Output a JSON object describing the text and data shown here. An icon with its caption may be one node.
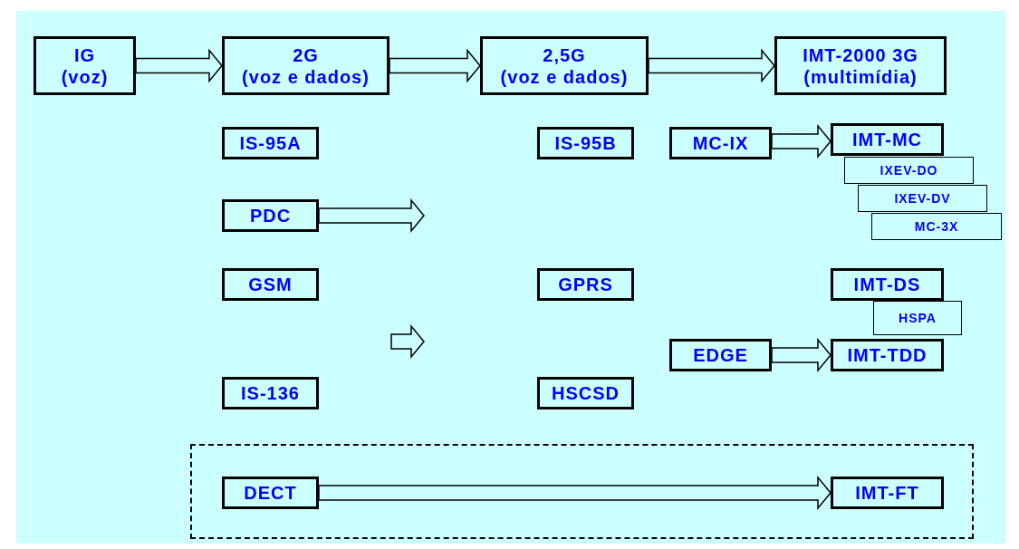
{
  "diagram": {
    "nodes": [
      {
        "text": [
          "IG",
          "(voz)"
        ]
      },
      {
        "text": [
          "2G",
          "(voz e dados)"
        ]
      },
      {
        "text": [
          "2,5G",
          "(voz e dados)"
        ]
      },
      {
        "text": [
          "IMT-2000 3G",
          "(multimídia)"
        ]
      },
      {
        "text": [
          "IS-95A"
        ]
      },
      {
        "text": [
          "IS-95B"
        ]
      },
      {
        "text": [
          "MC-IX"
        ]
      },
      {
        "text": [
          "IMT-MC"
        ]
      },
      {
        "text": [
          "IXEV-DO"
        ]
      },
      {
        "text": [
          "IXEV-DV"
        ]
      },
      {
        "text": [
          "MC-3X"
        ]
      },
      {
        "text": [
          "PDC"
        ]
      },
      {
        "text": [
          "GSM"
        ]
      },
      {
        "text": [
          "GPRS"
        ]
      },
      {
        "text": [
          "IMT-DS"
        ]
      },
      {
        "text": [
          "HSPA"
        ]
      },
      {
        "text": [
          "EDGE"
        ]
      },
      {
        "text": [
          "IMT-TDD"
        ]
      },
      {
        "text": [
          "IS-136"
        ]
      },
      {
        "text": [
          "HSCSD"
        ]
      },
      {
        "text": [],
        "shape": "box"
      },
      {
        "text": [
          "DECT"
        ],
        "in": 20
      },
      {
        "text": [
          "IMT-FT"
        ],
        "in": 20
      }
    ],
    "edges": [
      {
        "from": 0,
        "to": 1,
        "arrow": "to"
      },
      {
        "from": 1,
        "to": 2,
        "arrow": "to"
      },
      {
        "from": 2,
        "to": 3,
        "arrow": "to"
      },
      {
        "from": 6,
        "to": 7,
        "arrow": "to"
      },
      {
        "from": 11,
        "to": null,
        "arrow": "to"
      },
      {
        "from": 16,
        "to": 17,
        "arrow": "to"
      },
      {
        "from": 21,
        "to": 22,
        "arrow": "to"
      }
    ]
  }
}
